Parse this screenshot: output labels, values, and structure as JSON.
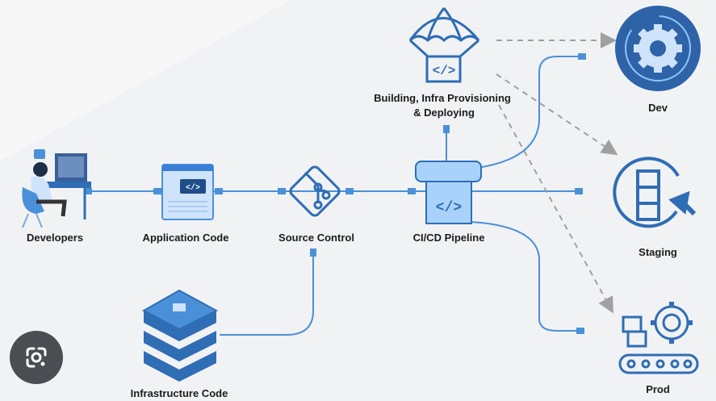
{
  "nodes": {
    "developers": "Developers",
    "application_code": "Application Code",
    "source_control": "Source Control",
    "cicd_pipeline": "CI/CD Pipeline",
    "building_line1": "Building, Infra Provisioning",
    "building_line2": "& Deploying",
    "infrastructure_code": "Infrastructure Code",
    "dev": "Dev",
    "staging": "Staging",
    "prod": "Prod"
  },
  "code_glyph": "</>",
  "colors": {
    "primary": "#2f6db5",
    "light": "#a9d2fb",
    "line": "#4a90d9",
    "dashed": "#a0a0a0",
    "text": "#1c1c1c"
  },
  "overlay": {
    "icon": "google-lens-icon"
  }
}
